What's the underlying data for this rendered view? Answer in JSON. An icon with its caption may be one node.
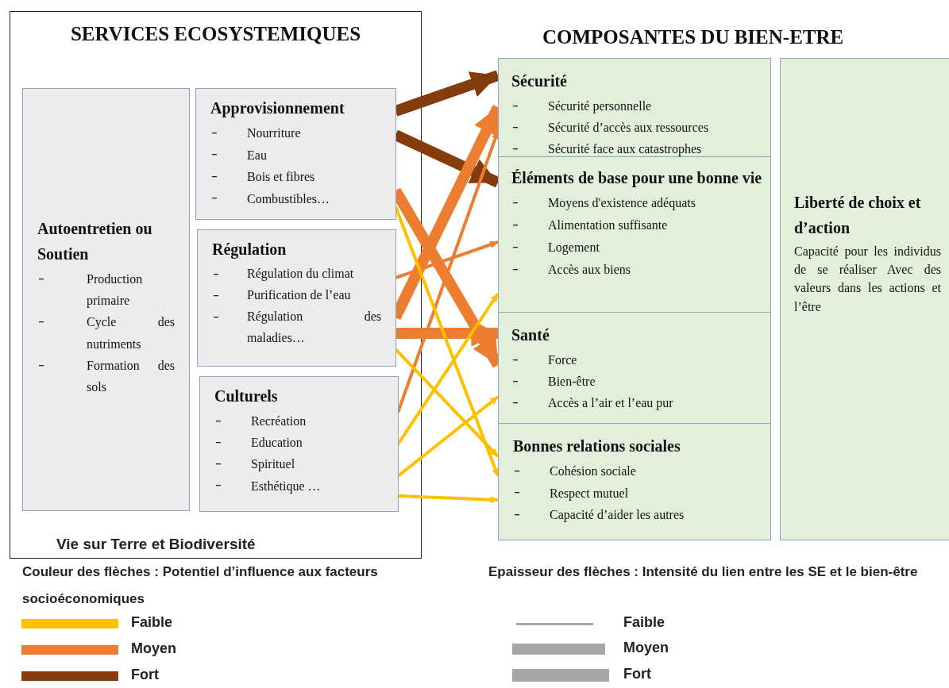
{
  "diagram": {
    "nodes": [
      {
        "text": [
          "SERVICES ECOSYSTEMIQUES",
          "Vie sur Terre et Biodiversité"
        ]
      },
      {
        "text": [
          "Autoentretien ou Soutien",
          "Production primaire",
          "Cycle des nutriments",
          "Formation des sols"
        ],
        "in": 0
      },
      {
        "text": [
          "Approvisionnement",
          "Nourriture",
          "Eau",
          "Bois et fibres",
          "Combustibles…"
        ],
        "in": 0
      },
      {
        "text": [
          "Régulation",
          "Régulation du climat",
          "Purification de l’eau",
          "Régulation des maladies…"
        ],
        "in": 0
      },
      {
        "text": [
          "Culturels",
          "Recréation",
          "Education",
          "Spirituel",
          "Esthétique …"
        ],
        "in": 0
      },
      {
        "text": [
          "Sécurité",
          "Sécurité personnelle",
          "Sécurité d’accès aux ressources",
          "Sécurité face aux catastrophes"
        ]
      },
      {
        "text": [
          "Éléments de base pour une bonne vie",
          "Moyens d'existence adéquats",
          "Alimentation suffisante",
          "Logement",
          "Accès aux biens"
        ]
      },
      {
        "text": [
          "Santé",
          "Force",
          "Bien-être",
          "Accès a l’air et l’eau pur"
        ]
      },
      {
        "text": [
          "Bonnes relations sociales",
          "Cohésion sociale",
          "Respect mutuel",
          "Capacité d’aider les autres"
        ]
      },
      {
        "text": [
          "Liberté de choix et d’action",
          "Capacité pour les individus de se réaliser Avec des valeurs dans les actions et l’être"
        ]
      }
    ],
    "edges": [
      {
        "from": 2,
        "to": 5,
        "arrow": "to",
        "style": "thick",
        "color": "#843c0c"
      },
      {
        "from": 2,
        "to": 6,
        "arrow": "to",
        "style": "thick",
        "color": "#843c0c"
      },
      {
        "from": 3,
        "to": 5,
        "arrow": "to",
        "style": "thick"
      },
      {
        "from": 2,
        "to": 7,
        "arrow": "to",
        "style": "thick"
      },
      {
        "from": 3,
        "to": 6,
        "arrow": "to"
      },
      {
        "from": 3,
        "to": 7,
        "arrow": "to",
        "style": "thick"
      },
      {
        "from": 4,
        "to": 5,
        "arrow": "to"
      },
      {
        "from": 4,
        "to": 6,
        "arrow": "to",
        "color": "#ffc000"
      },
      {
        "from": 4,
        "to": 7,
        "arrow": "to",
        "color": "#ffc000"
      },
      {
        "from": 4,
        "to": 8,
        "arrow": "to",
        "color": "#ffc000"
      },
      {
        "from": 3,
        "to": 8,
        "arrow": "to",
        "color": "#ffc000"
      },
      {
        "from": 2,
        "to": 8,
        "arrow": "to",
        "color": "#ffc000"
      }
    ],
    "labels": [
      "COMPOSANTES DU BIEN-ETRE",
      "Couleur des flèches : Potentiel d’influence aux facteurs socioéconomiques",
      "Epaisseur des flèches : Intensité du lien entre les SE et le bien-être"
    ],
    "legend": [
      {
        "text": "Faible",
        "color": "#ffc000"
      },
      {
        "text": "Moyen",
        "color": "#ed7d31"
      },
      {
        "text": "Fort",
        "color": "#843c0c"
      },
      {
        "text": "Faible"
      },
      {
        "text": "Moyen"
      },
      {
        "text": "Fort"
      }
    ]
  }
}
